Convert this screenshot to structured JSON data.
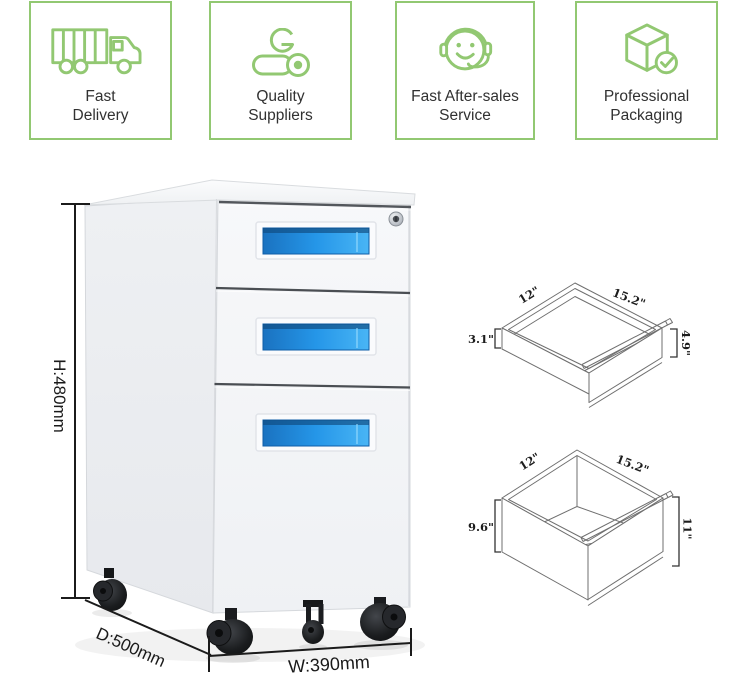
{
  "features": [
    {
      "line1": "Fast",
      "line2": "Delivery",
      "icon": "truck-icon"
    },
    {
      "line1": "Quality",
      "line2": "Suppliers",
      "icon": "quality-logo-icon"
    },
    {
      "line1": "Fast After-sales",
      "line2": "Service",
      "icon": "headset-smile-icon"
    },
    {
      "line1": "Professional",
      "line2": "Packaging",
      "icon": "package-check-icon"
    }
  ],
  "cabinet": {
    "drawer_count": 3,
    "has_lock": true,
    "has_casters": true
  },
  "dimensions": {
    "height": "H:480mm",
    "depth": "D:500mm",
    "width": "W:390mm"
  },
  "small_drawer_diagram": {
    "width": "12\"",
    "length": "15.2\"",
    "back_height": "3.1\"",
    "front_height": "4.9\""
  },
  "large_drawer_diagram": {
    "width": "12\"",
    "length": "15.2\"",
    "back_height": "9.6\"",
    "front_height": "11\""
  },
  "colors": {
    "accent_green": "#92c872",
    "handle_blue": "#2596e8",
    "cabinet_body": "#f2f3f6",
    "dimension_line": "#1b1b1b"
  }
}
